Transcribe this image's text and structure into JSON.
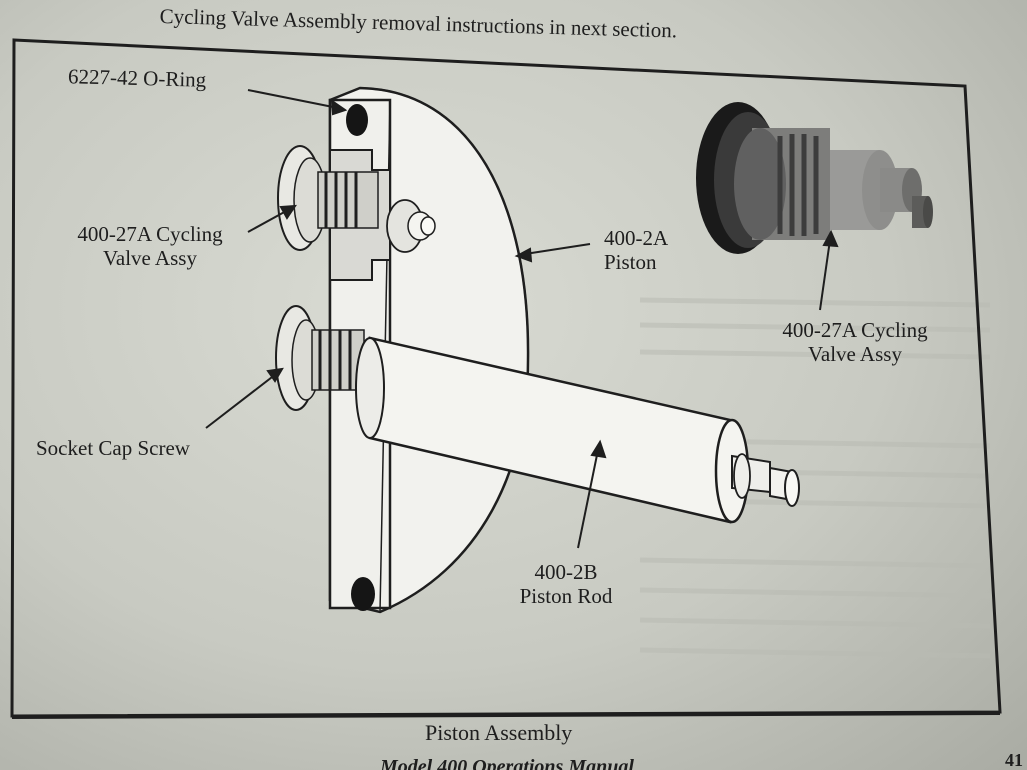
{
  "page": {
    "top_note": "Cycling Valve Assembly removal instructions in next section.",
    "caption": "Piston Assembly",
    "footer_title": "Model 400 Operations Manual",
    "page_number": "41"
  },
  "labels": {
    "o_ring": "6227-42 O-Ring",
    "cycling_valve_left_line1": "400-27A Cycling",
    "cycling_valve_left_line2": "Valve Assy",
    "piston_line1": "400-2A",
    "piston_line2": "Piston",
    "cycling_valve_right_line1": "400-27A Cycling",
    "cycling_valve_right_line2": "Valve Assy",
    "socket_cap_screw": "Socket Cap Screw",
    "piston_rod_line1": "400-2B",
    "piston_rod_line2": "Piston Rod"
  }
}
